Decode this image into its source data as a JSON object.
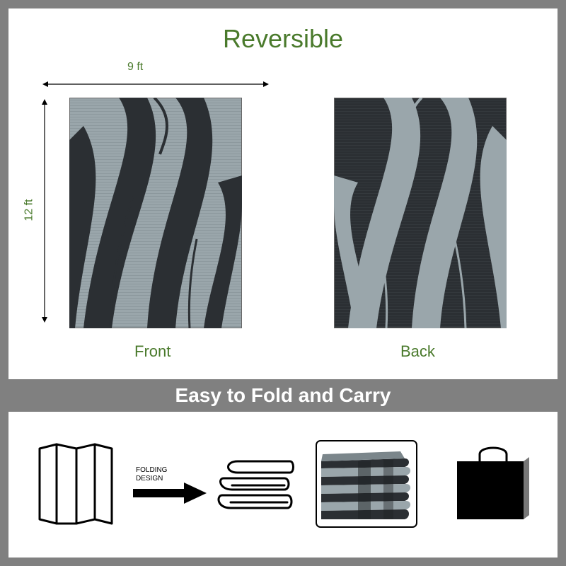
{
  "header": {
    "title": "Reversible"
  },
  "dimensions": {
    "width_label": "9 ft",
    "height_label": "12 ft"
  },
  "rugs": {
    "front_label": "Front",
    "back_label": "Back"
  },
  "banner": {
    "text": "Easy to Fold and Carry"
  },
  "folding": {
    "line1": "FOLDING",
    "line2": "DESIGN"
  },
  "colors": {
    "accent_green": "#4a7a2c",
    "rug_dark": "#2b2f33",
    "rug_light": "#9aa6ab",
    "banner_gray": "#808080"
  },
  "icons": [
    "folding-screen-icon",
    "arrow-right-icon",
    "folded-towels-icon",
    "folded-mat-photo",
    "carry-bag-icon"
  ]
}
